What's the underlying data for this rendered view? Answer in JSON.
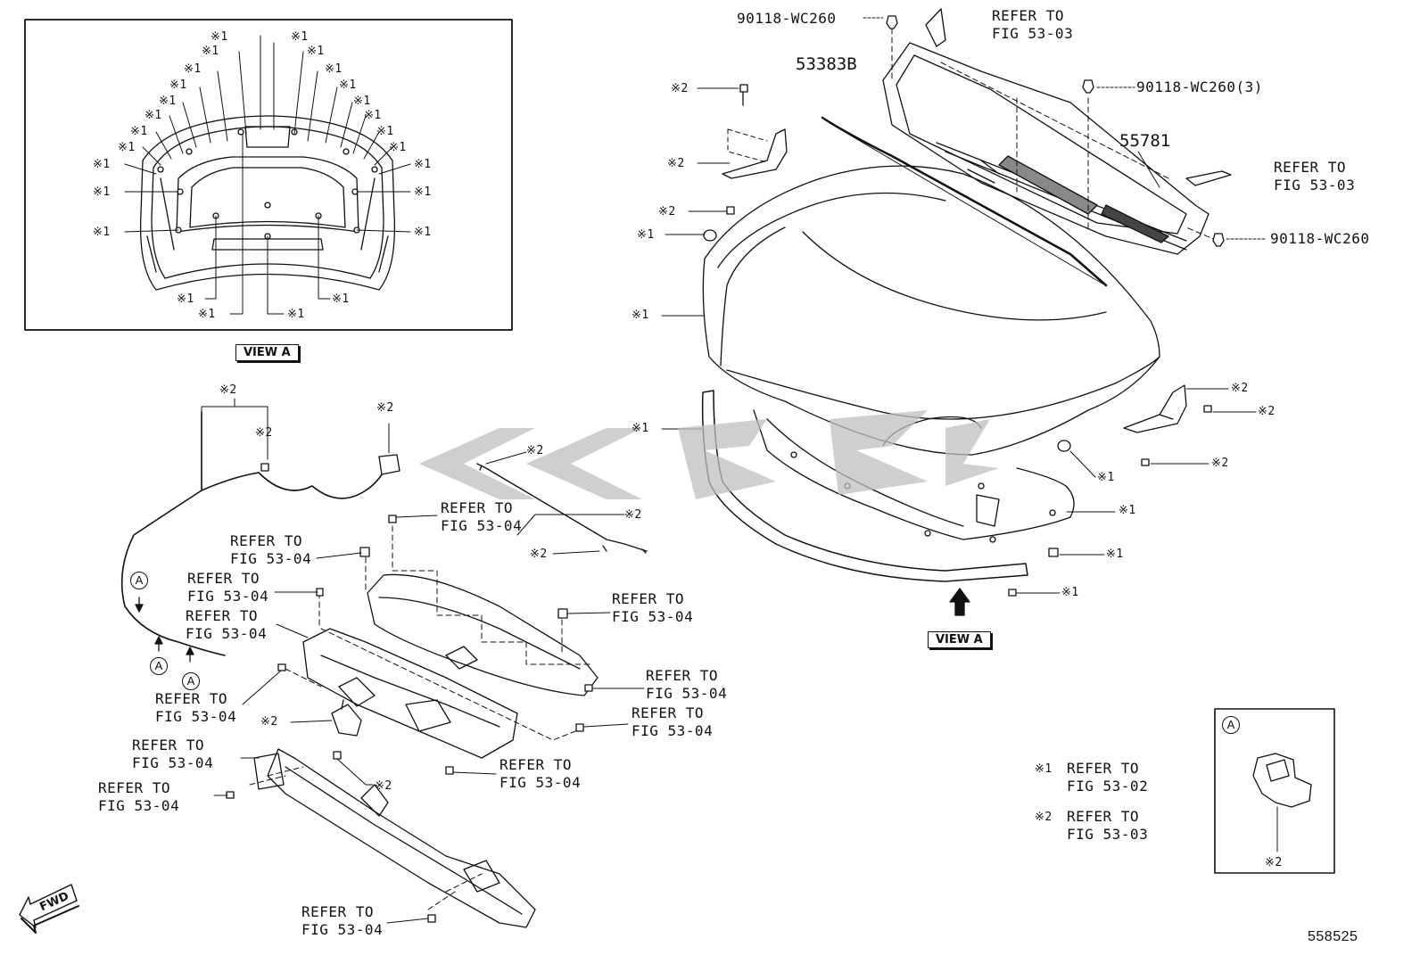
{
  "inset_view_a": {
    "caption": "VIEW A",
    "mark1": "※1"
  },
  "parts": {
    "p53383B": "53383B",
    "p55781": "55781",
    "clip_top": "90118-WC260",
    "clip_mid": "90118-WC260(3)",
    "clip_right": "90118-WC260",
    "view_a_main": "VIEW A",
    "diagram_id": "558525"
  },
  "refs": {
    "fig5303_a": "REFER TO\nFIG 53-03",
    "fig5303_b": "REFER TO\nFIG 53-03",
    "fig5304_1": "REFER TO\nFIG 53-04",
    "fig5304_2": "REFER TO\nFIG 53-04",
    "fig5304_3": "REFER TO\nFIG 53-04",
    "fig5304_4": "REFER TO\nFIG 53-04",
    "fig5304_5": "REFER TO\nFIG 53-04",
    "fig5304_6": "REFER TO\nFIG 53-04",
    "fig5304_7": "REFER TO\nFIG 53-04",
    "fig5304_8": "REFER TO\nFIG 53-04",
    "fig5304_9": "REFER TO\nFIG 53-04",
    "fig5304_10": "REFER TO\nFIG 53-04",
    "fig5304_11": "REFER TO\nFIG 53-04",
    "fig5304_12": "REFER TO\nFIG 53-04"
  },
  "marks": {
    "m1": "※1",
    "m2": "※2"
  },
  "legend": {
    "mark1": "※1",
    "mark1_text": "REFER TO\nFIG 53-02",
    "mark2": "※2",
    "mark2_text": "REFER TO\nFIG 53-03"
  },
  "detail_a": {
    "letter": "A",
    "mark": "※2"
  },
  "callout_letter": "A",
  "fwd": "FWD"
}
